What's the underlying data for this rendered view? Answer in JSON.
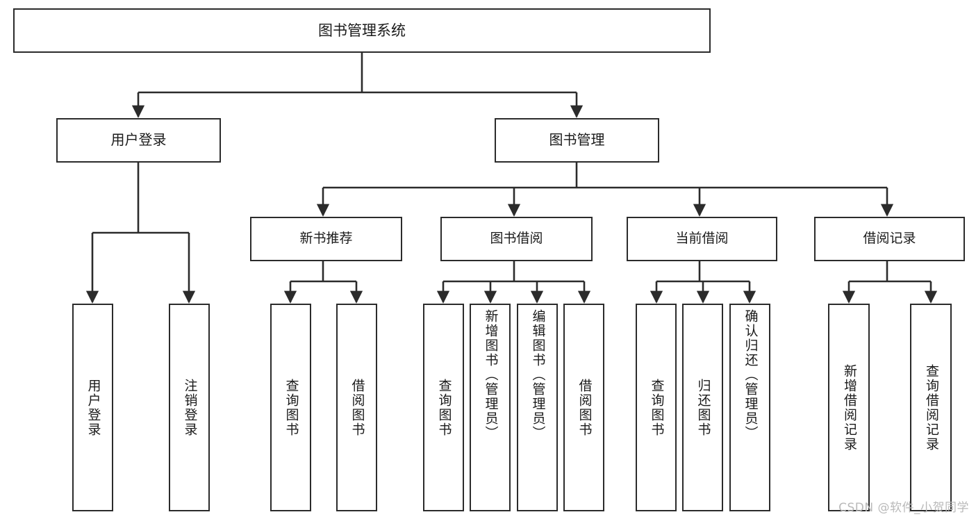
{
  "diagram": {
    "title": "图书管理系统",
    "type": "tree-hierarchy-diagram",
    "watermark": "CSDN @软件_小贺同学",
    "colors": {
      "background": "#ffffff",
      "box_border": "#2b2b2b",
      "box_fill": "#ffffff",
      "connector": "#2b2b2b",
      "text": "#1a1a1a",
      "watermark": "#b9b9b9"
    },
    "root": {
      "label": "图书管理系统"
    },
    "level1": [
      {
        "label": "用户登录"
      },
      {
        "label": "图书管理"
      }
    ],
    "level2": [
      {
        "label": "新书推荐"
      },
      {
        "label": "图书借阅"
      },
      {
        "label": "当前借阅"
      },
      {
        "label": "借阅记录"
      }
    ],
    "leaves": {
      "user_login": [
        {
          "label": "用户登录"
        },
        {
          "label": "注销登录"
        }
      ],
      "new_book_recommend": [
        {
          "label": "查询图书"
        },
        {
          "label": "借阅图书"
        }
      ],
      "book_borrow": [
        {
          "label": "查询图书"
        },
        {
          "label": "新增图书（管理员）"
        },
        {
          "label": "编辑图书（管理员）"
        },
        {
          "label": "借阅图书"
        }
      ],
      "current_borrow": [
        {
          "label": "查询图书"
        },
        {
          "label": "归还图书"
        },
        {
          "label": "确认归还（管理员）"
        }
      ],
      "borrow_record": [
        {
          "label": "新增借阅记录"
        },
        {
          "label": "查询借阅记录"
        }
      ]
    }
  }
}
